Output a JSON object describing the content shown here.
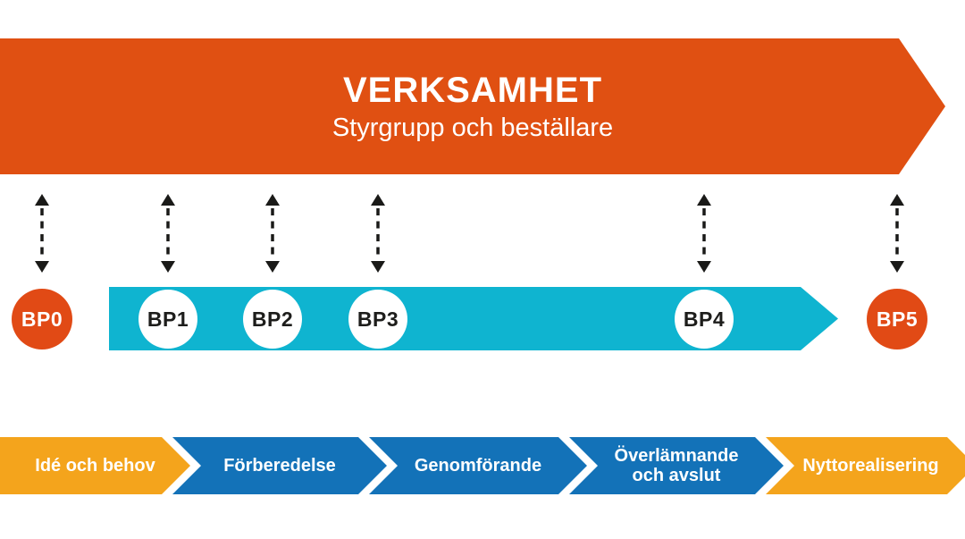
{
  "banner": {
    "title": "VERKSAMHET",
    "subtitle": "Styrgrupp och beställare"
  },
  "milestones": [
    {
      "label": "BP0",
      "variant": "orange"
    },
    {
      "label": "BP1",
      "variant": "white"
    },
    {
      "label": "BP2",
      "variant": "white"
    },
    {
      "label": "BP3",
      "variant": "white"
    },
    {
      "label": "BP4",
      "variant": "white"
    },
    {
      "label": "BP5",
      "variant": "orange"
    }
  ],
  "phases": [
    {
      "label": "Idé och behov",
      "variant": "amber"
    },
    {
      "label": "Förberedelse",
      "variant": "blue"
    },
    {
      "label": "Genomförande",
      "variant": "blue"
    },
    {
      "label": "Överlämnande och avslut",
      "variant": "blue"
    },
    {
      "label": "Nyttorealisering",
      "variant": "amber"
    }
  ],
  "colors": {
    "banner_orange": "#E05012",
    "circle_orange": "#E14A15",
    "teal": "#0FB4D0",
    "blue": "#1372B8",
    "amber": "#F4A41C",
    "text_dark": "#1D1D1B",
    "arrow_black": "#1A1A18"
  }
}
